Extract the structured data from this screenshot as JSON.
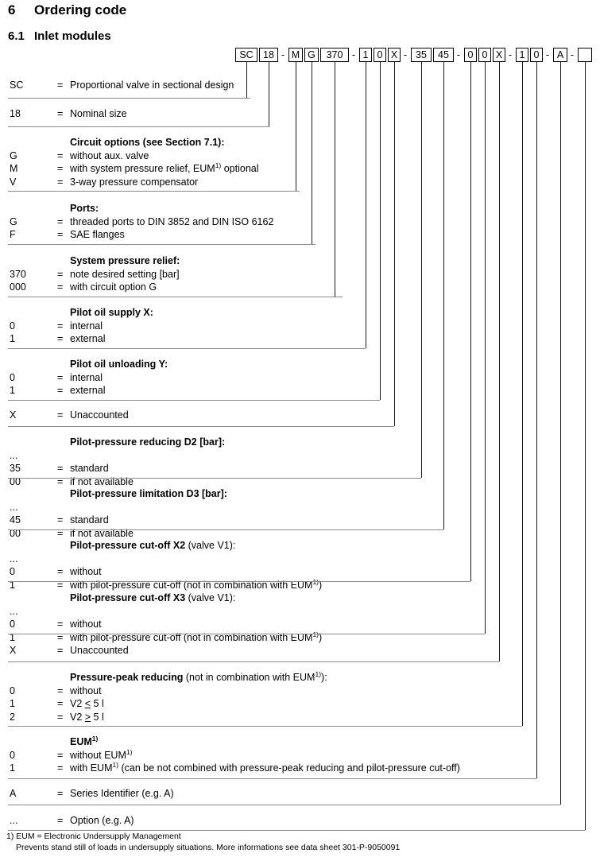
{
  "document": {
    "heading_number": "6",
    "heading_title": "Ordering code",
    "subheading_number": "6.1",
    "subheading_title": "Inlet modules"
  },
  "ordering_code": {
    "segments": [
      {
        "name": "type",
        "value": "SC"
      },
      {
        "name": "nominal-size",
        "value": "18"
      },
      {
        "name": "separator",
        "value": "-"
      },
      {
        "name": "circuit-option",
        "value": "M"
      },
      {
        "name": "ports",
        "value": "G"
      },
      {
        "name": "system-pressure-relief",
        "value": "370"
      },
      {
        "name": "separator",
        "value": "-"
      },
      {
        "name": "pilot-oil-supply",
        "value": "1"
      },
      {
        "name": "pilot-oil-unloading",
        "value": "0"
      },
      {
        "name": "unaccounted-1",
        "value": "X"
      },
      {
        "name": "separator",
        "value": "-"
      },
      {
        "name": "pilot-pressure-reducing",
        "value": "35"
      },
      {
        "name": "pilot-pressure-limitation",
        "value": "45"
      },
      {
        "name": "separator",
        "value": "-"
      },
      {
        "name": "pilot-pressure-cutoff-x2",
        "value": "0"
      },
      {
        "name": "pilot-pressure-cutoff-x3",
        "value": "0"
      },
      {
        "name": "unaccounted-2",
        "value": "X"
      },
      {
        "name": "separator",
        "value": "-"
      },
      {
        "name": "pressure-peak-reducing",
        "value": "1"
      },
      {
        "name": "eum",
        "value": "0"
      },
      {
        "name": "separator",
        "value": "-"
      },
      {
        "name": "series-identifier",
        "value": "A"
      },
      {
        "name": "separator",
        "value": "-"
      },
      {
        "name": "option",
        "value": ""
      }
    ]
  },
  "rows": [
    {
      "id": "type",
      "title": "",
      "entries": [
        {
          "code": "SC",
          "eq": "=",
          "text": "Proportional valve in sectional design"
        }
      ]
    },
    {
      "id": "nominal-size",
      "title": "",
      "entries": [
        {
          "code": "18",
          "eq": "=",
          "text": "Nominal size"
        }
      ]
    },
    {
      "id": "circuit-options",
      "title": "Circuit options (see Section 7.1):",
      "entries": [
        {
          "code": "G",
          "eq": "=",
          "text": "without aux. valve"
        },
        {
          "code": "M",
          "eq": "=",
          "text": "with system pressure relief, EUM¹⁾ optional"
        },
        {
          "code": "V",
          "eq": "=",
          "text": "3-way pressure compensator"
        }
      ]
    },
    {
      "id": "ports",
      "title": "Ports:",
      "entries": [
        {
          "code": "G",
          "eq": "=",
          "text": "threaded ports to DIN 3852 and DIN ISO 6162"
        },
        {
          "code": "F",
          "eq": "=",
          "text": "SAE flanges"
        }
      ]
    },
    {
      "id": "system-pressure-relief",
      "title": "System pressure relief:",
      "entries": [
        {
          "code": "370",
          "eq": "=",
          "text": "note desired setting [bar]"
        },
        {
          "code": "000",
          "eq": "=",
          "text": "with circuit option G"
        }
      ]
    },
    {
      "id": "pilot-oil-supply",
      "title": "Pilot oil supply X:",
      "entries": [
        {
          "code": "0",
          "eq": "=",
          "text": "internal"
        },
        {
          "code": "1",
          "eq": "=",
          "text": "external"
        }
      ]
    },
    {
      "id": "pilot-oil-unloading",
      "title": "Pilot oil unloading Y:",
      "entries": [
        {
          "code": "0",
          "eq": "=",
          "text": "internal"
        },
        {
          "code": "1",
          "eq": "=",
          "text": "external"
        }
      ]
    },
    {
      "id": "unaccounted-1",
      "title": "",
      "entries": [
        {
          "code": "X",
          "eq": "=",
          "text": "Unaccounted"
        }
      ]
    },
    {
      "id": "pilot-pressure-reducing",
      "title": "Pilot-pressure reducing D2 [bar]:",
      "entries": [
        {
          "code": "...",
          "eq": "",
          "text": ""
        },
        {
          "code": "35",
          "eq": "=",
          "text": "standard"
        },
        {
          "code": "00",
          "eq": "=",
          "text": "if not available"
        }
      ]
    },
    {
      "id": "pilot-pressure-limitation",
      "title": "Pilot-pressure limitation D3 [bar]:",
      "entries": [
        {
          "code": "...",
          "eq": "",
          "text": ""
        },
        {
          "code": "45",
          "eq": "=",
          "text": "standard"
        },
        {
          "code": "00",
          "eq": "=",
          "text": "if not available"
        }
      ]
    },
    {
      "id": "pilot-pressure-cutoff-x2",
      "title": "Pilot-pressure cut-off X2 (valve V1):",
      "title_bold_part": "Pilot-pressure cut-off X2",
      "title_reg_part": " (valve V1):",
      "entries": [
        {
          "code": "...",
          "eq": "",
          "text": ""
        },
        {
          "code": "0",
          "eq": "=",
          "text": "without"
        },
        {
          "code": "1",
          "eq": "=",
          "text": "with pilot-pressure cut-off (not in combination with EUM¹⁾)"
        }
      ]
    },
    {
      "id": "pilot-pressure-cutoff-x3",
      "title": "Pilot-pressure cut-off X3 (valve V1):",
      "title_bold_part": "Pilot-pressure cut-off X3",
      "title_reg_part": " (valve V1):",
      "entries": [
        {
          "code": "...",
          "eq": "",
          "text": ""
        },
        {
          "code": "0",
          "eq": "=",
          "text": "without"
        },
        {
          "code": "1",
          "eq": "=",
          "text": "with pilot-pressure cut-off (not in combination with EUM¹⁾)"
        }
      ]
    },
    {
      "id": "unaccounted-2",
      "title": "",
      "entries": [
        {
          "code": "X",
          "eq": "=",
          "text": "Unaccounted"
        }
      ]
    },
    {
      "id": "pressure-peak-reducing",
      "title": "Pressure-peak reducing (not in combination with EUM¹⁾):",
      "title_bold_part": "Pressure-peak reducing",
      "title_reg_part": " (not in combination with EUM¹⁾):",
      "entries": [
        {
          "code": "0",
          "eq": "=",
          "text": "without"
        },
        {
          "code": "1",
          "eq": "=",
          "text": "V2 ≤ 5 l"
        },
        {
          "code": "2",
          "eq": "=",
          "text": "V2 ≥ 5 l"
        }
      ]
    },
    {
      "id": "eum",
      "title": "EUM¹⁾",
      "entries": [
        {
          "code": "0",
          "eq": "=",
          "text": "without EUM¹⁾"
        },
        {
          "code": "1",
          "eq": "=",
          "text": "with EUM¹⁾ (can be not combined with pressure-peak reducing and pilot-pressure cut-off)"
        }
      ]
    },
    {
      "id": "series-identifier",
      "title": "",
      "entries": [
        {
          "code": "A",
          "eq": "=",
          "text": "Series Identifier (e.g. A)"
        }
      ]
    },
    {
      "id": "option",
      "title": "",
      "entries": [
        {
          "code": "...",
          "eq": "=",
          "text": "Option (e.g. A)"
        }
      ]
    }
  ],
  "footnote": {
    "line1": "1) EUM = Electronic Undersupply Management",
    "line2": "Prevents stand still of loads in undersupply situations. More informations see data sheet 301-P-9050091"
  }
}
